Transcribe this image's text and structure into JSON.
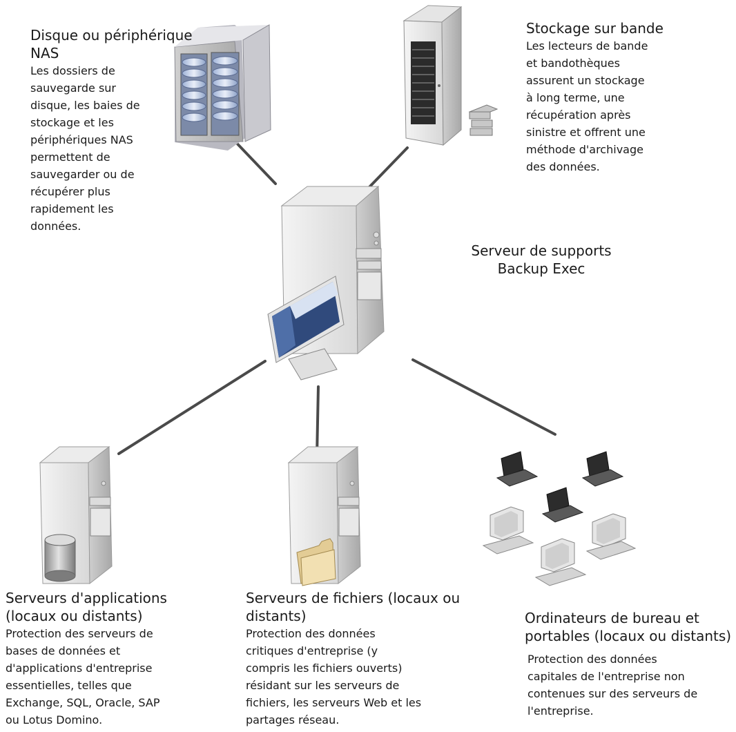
{
  "nodes": {
    "disk": {
      "title_lines": [
        "Disque ou périphérique",
        "NAS"
      ],
      "desc_lines": [
        "Les dossiers de",
        "sauvegarde sur",
        "disque, les baies de",
        "stockage et les",
        "périphériques NAS",
        "permettent de",
        "sauvegarder ou de",
        "récupérer plus",
        "rapidement les",
        "données."
      ]
    },
    "tape": {
      "title_lines": [
        "Stockage sur bande"
      ],
      "desc_lines": [
        "Les lecteurs de bande",
        "et bandothèques",
        "assurent un stockage",
        "à long terme, une",
        "récupération après",
        "sinistre et offrent une",
        "méthode d'archivage",
        "des données."
      ]
    },
    "media_server": {
      "title_lines": [
        "Serveur de supports",
        "Backup Exec"
      ]
    },
    "app_servers": {
      "title_lines": [
        "Serveurs d'applications",
        "(locaux ou distants)"
      ],
      "desc_lines": [
        "Protection des serveurs de",
        "bases de données et",
        "d'applications d'entreprise",
        "essentielles, telles que",
        "Exchange, SQL, Oracle, SAP",
        "ou Lotus Domino."
      ]
    },
    "file_servers": {
      "title_lines": [
        "Serveurs de fichiers (locaux ou",
        "distants)"
      ],
      "desc_lines": [
        "Protection des données",
        "critiques d'entreprise (y",
        "compris les fichiers ouverts)",
        "résidant sur les serveurs de",
        "fichiers, les serveurs Web et les",
        "partages réseau."
      ]
    },
    "desktops": {
      "title_lines": [
        "Ordinateurs de bureau et",
        "portables (locaux ou distants)"
      ],
      "desc_lines": [
        "Protection des données",
        "capitales de l'entreprise non",
        "contenues sur des serveurs de",
        "l'entreprise."
      ]
    }
  }
}
